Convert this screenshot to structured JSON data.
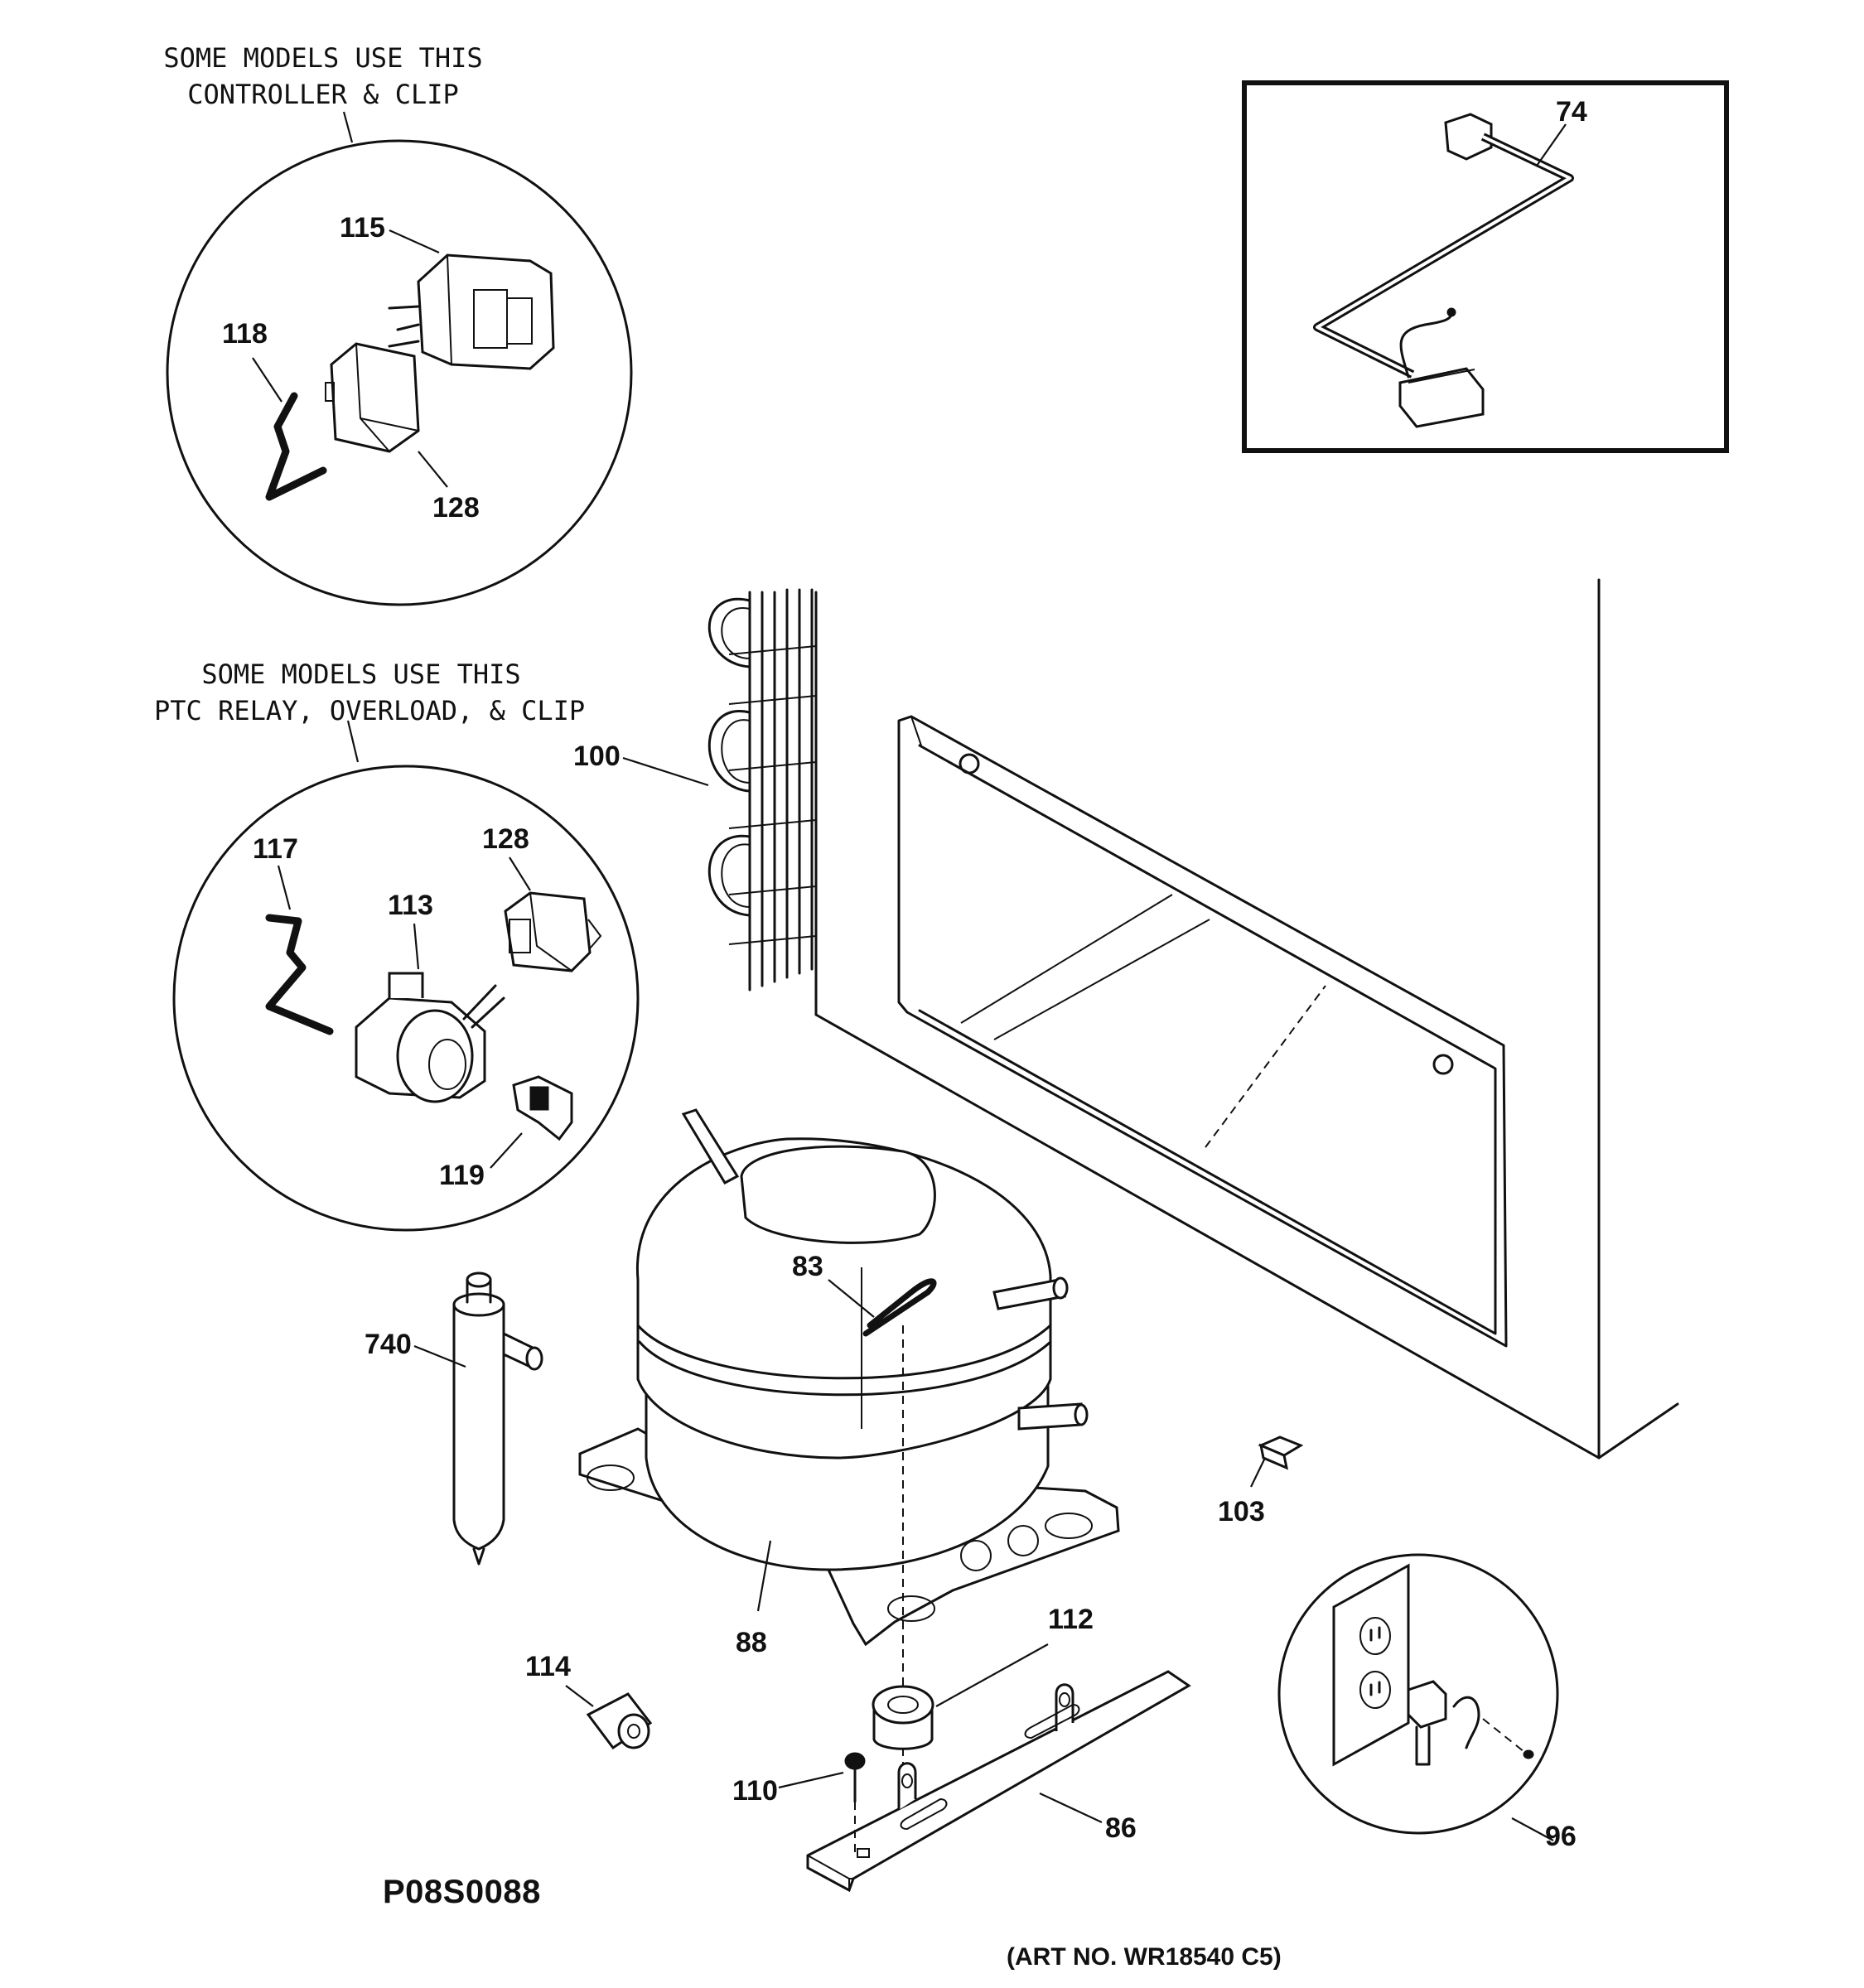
{
  "captions": {
    "controller_line1": "SOME MODELS USE THIS",
    "controller_line2": "CONTROLLER & CLIP",
    "ptc_line1": "SOME MODELS USE THIS",
    "ptc_line2": "PTC RELAY, OVERLOAD, & CLIP"
  },
  "callouts": {
    "c74": "74",
    "c115": "115",
    "c118": "118",
    "c128_top": "128",
    "c100": "100",
    "c117": "117",
    "c128_mid": "128",
    "c113": "113",
    "c119": "119",
    "c83": "83",
    "c740": "740",
    "c103": "103",
    "c88": "88",
    "c112": "112",
    "c114": "114",
    "c110": "110",
    "c86": "86",
    "c96": "96"
  },
  "drawing_code": "P08S0088",
  "art_no": "(ART NO. WR18540 C5)"
}
